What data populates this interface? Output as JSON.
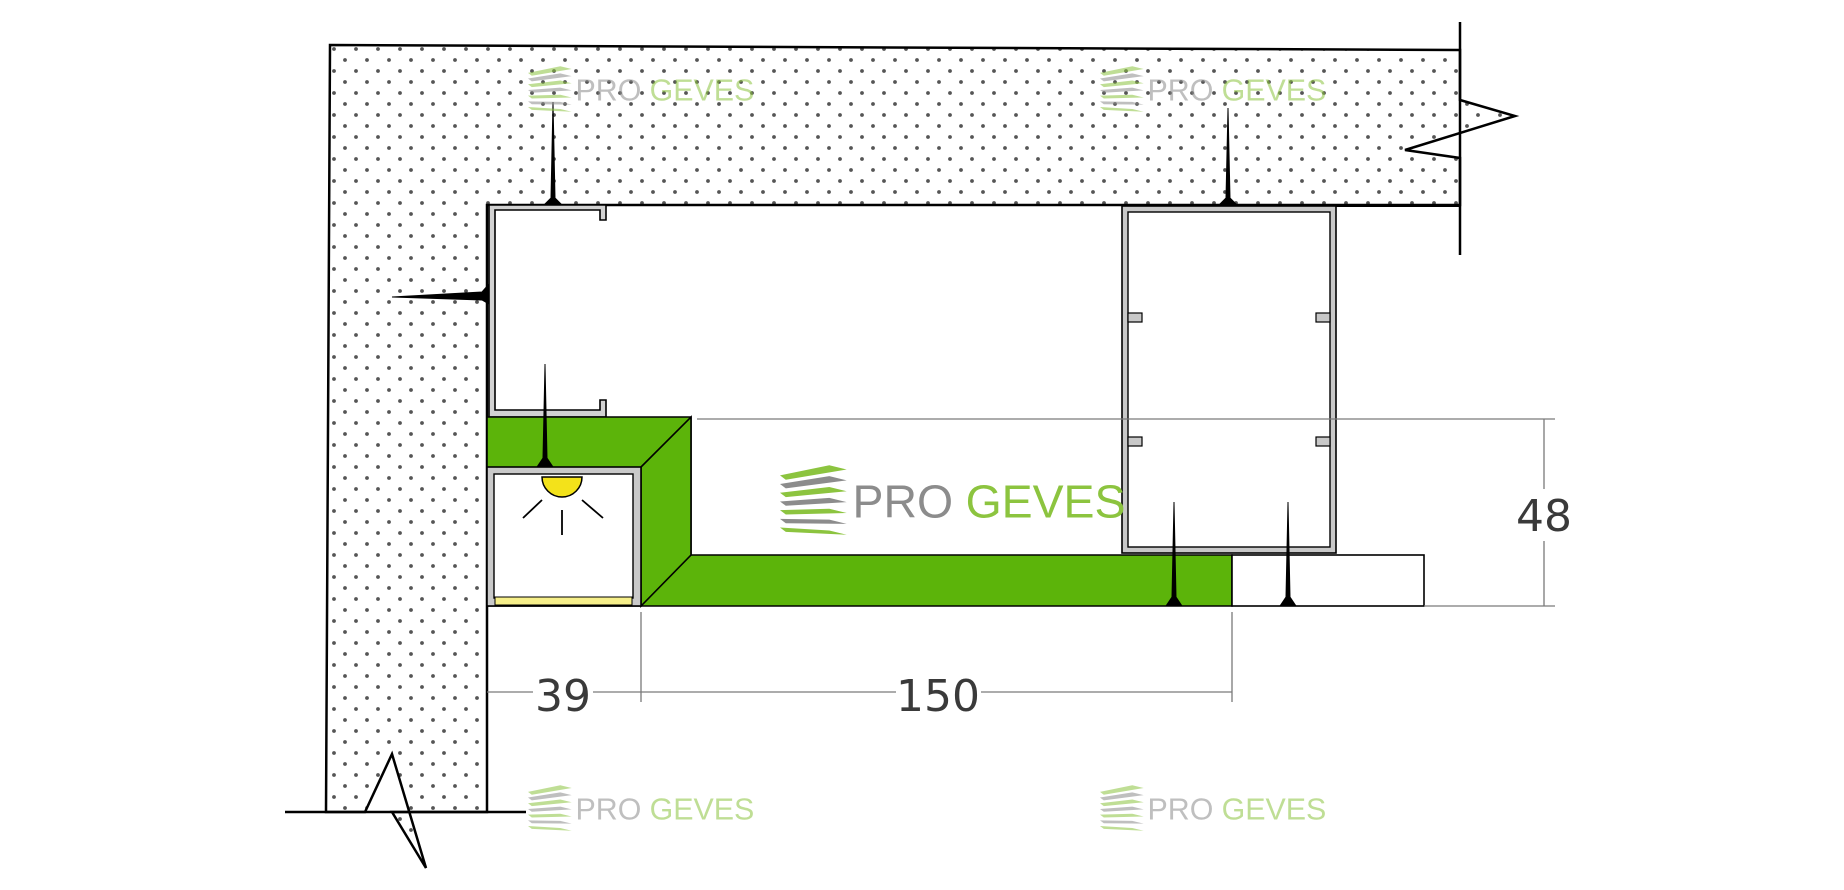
{
  "brand": {
    "name_pro": "Pro",
    "name_geves": "Geves",
    "color_grey": "#8c8c8c",
    "color_green": "#8cc43f",
    "watermark_opacity": 0.55
  },
  "colors": {
    "concrete_dot": "#555555",
    "insert_green": "#5cb40a",
    "led_yellow": "#f3e21a",
    "led_strip": "#f6ef8a",
    "line": "#000000",
    "dim_line": "#7a7a7a",
    "profile_grey": "#b5b5b5"
  },
  "dimensions": {
    "width_left": "39",
    "width_main": "150",
    "height": "48"
  },
  "icons": [
    "light-icon",
    "anchor-icon",
    "progeves-logo-icon"
  ]
}
